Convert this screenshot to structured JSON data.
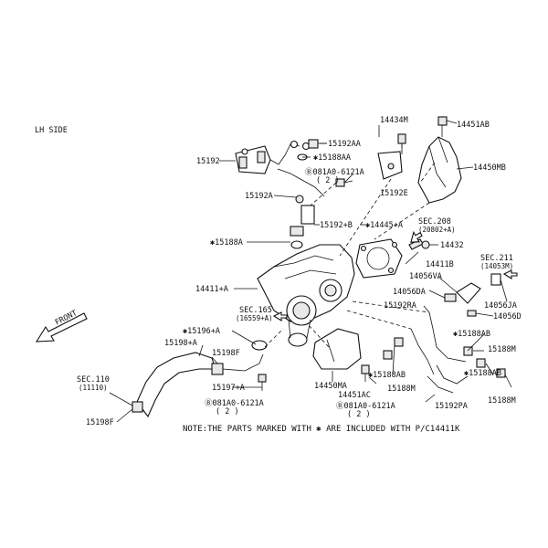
{
  "side_label": "LH SIDE",
  "front_label": "FRONT",
  "note": "NOTE:THE PARTS MARKED WITH ✱ ARE INCLUDED WITH P/C14411K",
  "callouts": [
    {
      "id": "c15192",
      "text": "15192"
    },
    {
      "id": "c15192AA",
      "text": "15192AA"
    },
    {
      "id": "c15188AA",
      "text": "✱15188AA"
    },
    {
      "id": "c0816121a_top",
      "text": "Ⓑ081A0-6121A"
    },
    {
      "id": "c0816121a_top_q",
      "text": "( 2 )"
    },
    {
      "id": "c14434M",
      "text": "14434M"
    },
    {
      "id": "c14451AB",
      "text": "14451AB"
    },
    {
      "id": "c14450MB",
      "text": "14450MB"
    },
    {
      "id": "c15192E",
      "text": "15192E"
    },
    {
      "id": "c15192A",
      "text": "15192A"
    },
    {
      "id": "c15192B",
      "text": "15192+B"
    },
    {
      "id": "c14445A",
      "text": "✱14445+A"
    },
    {
      "id": "c15188A",
      "text": "✱15188A"
    },
    {
      "id": "c14411A",
      "text": "14411+A"
    },
    {
      "id": "c14432",
      "text": "14432"
    },
    {
      "id": "c14411B",
      "text": "14411B"
    },
    {
      "id": "c14056VA",
      "text": "14056VA"
    },
    {
      "id": "c14056DA",
      "text": "14056DA"
    },
    {
      "id": "c14056JA",
      "text": "14056JA"
    },
    {
      "id": "c14056D",
      "text": "14056D"
    },
    {
      "id": "c15192RA",
      "text": "15192RA"
    },
    {
      "id": "c15188AB",
      "text": "✱15188AB"
    },
    {
      "id": "c15188M_r1",
      "text": "15188M"
    },
    {
      "id": "c15188AB_r",
      "text": "✱15188AB"
    },
    {
      "id": "c15188M_r2",
      "text": "15188M"
    },
    {
      "id": "c15188AB_c",
      "text": "✱15188AB"
    },
    {
      "id": "c15188M_c",
      "text": "15188M"
    },
    {
      "id": "c14451AC",
      "text": "14451AC"
    },
    {
      "id": "c0816121a_b2",
      "text": "Ⓑ081A0-6121A"
    },
    {
      "id": "c0816121a_b2_q",
      "text": "( 2 )"
    },
    {
      "id": "c15192PA",
      "text": "15192PA"
    },
    {
      "id": "c14450MA",
      "text": "14450MA"
    },
    {
      "id": "c15196A",
      "text": "✱15196+A"
    },
    {
      "id": "c15198A",
      "text": "15198+A"
    },
    {
      "id": "c15198F",
      "text": "15198F"
    },
    {
      "id": "c15197A",
      "text": "15197+A"
    },
    {
      "id": "c0816121a_b1",
      "text": "Ⓑ081A0-6121A"
    },
    {
      "id": "c0816121a_b1_q",
      "text": "( 2 )"
    },
    {
      "id": "c15198F_b",
      "text": "15198F"
    }
  ],
  "section_refs": [
    {
      "id": "sec208",
      "title": "SEC.208",
      "sub": "(20802+A)"
    },
    {
      "id": "sec211",
      "title": "SEC.211",
      "sub": "(14053M)"
    },
    {
      "id": "sec165",
      "title": "SEC.165",
      "sub": "(16559+A)"
    },
    {
      "id": "sec110",
      "title": "SEC.110",
      "sub": "(11110)"
    }
  ]
}
